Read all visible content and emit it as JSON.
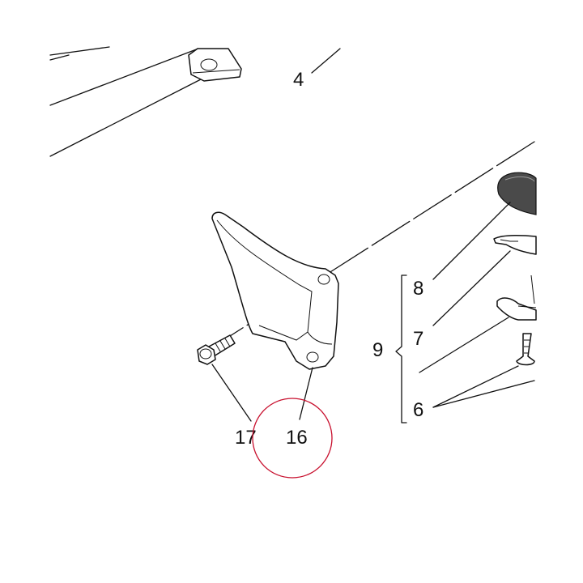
{
  "diagram": {
    "callouts": {
      "c4": "4",
      "c8": "8",
      "c7": "7",
      "c9": "9",
      "c6": "6",
      "c17": "17",
      "c16": "16"
    },
    "highlight_color": "#c8102e",
    "line_color": "#111111"
  }
}
